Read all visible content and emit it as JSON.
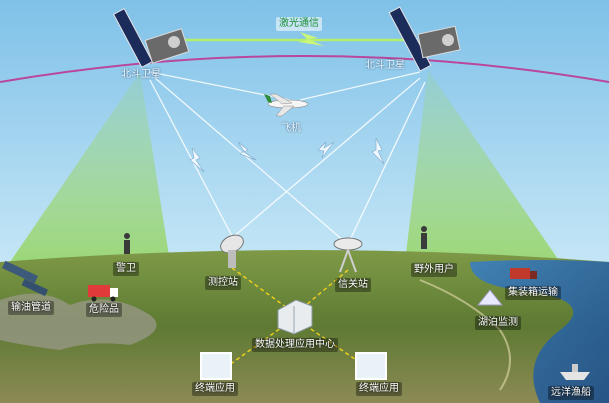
{
  "labels": {
    "optical_link": "激光通信",
    "satellite_left": "北斗卫星",
    "satellite_right": "北斗卫星",
    "aircraft": "飞机",
    "ground_control": "测控站",
    "gateway": "信关站",
    "data_center": "数据处理应用中心",
    "terminal_left": "终端应用",
    "terminal_right": "终端应用",
    "pipeline": "输油管道",
    "patrol": "警卫",
    "hazmat": "危险品",
    "field_user": "野外用户",
    "container": "集装箱运输",
    "lake": "湖泊监测",
    "fishing": "远洋渔船"
  },
  "colors": {
    "sky": "#a9d6ef",
    "orbit": "#b9479b",
    "beam": "#7cc64a",
    "link_dash": "#f2d21b",
    "sea": "#2e6aa8",
    "land": "#6f8a3c"
  }
}
